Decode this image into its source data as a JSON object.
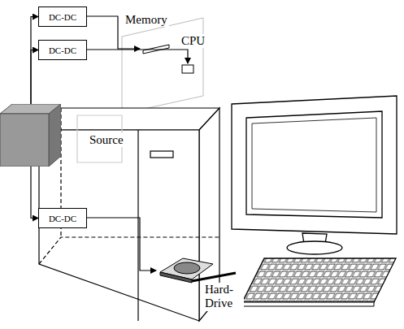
{
  "diagram": {
    "nodes": [
      {
        "text": [
          "DC-DC"
        ]
      },
      {
        "text": [
          "DC-DC"
        ]
      },
      {
        "text": [
          "Source"
        ]
      },
      {
        "text": [
          "DC-DC"
        ]
      }
    ],
    "edges": [
      {
        "from": 2,
        "to": 0,
        "arrow": "to"
      },
      {
        "from": 2,
        "to": 1,
        "arrow": "to"
      },
      {
        "from": 2,
        "to": 3,
        "arrow": "to"
      }
    ],
    "labels": [
      "Memory",
      "CPU",
      "Hard- Drive"
    ]
  }
}
